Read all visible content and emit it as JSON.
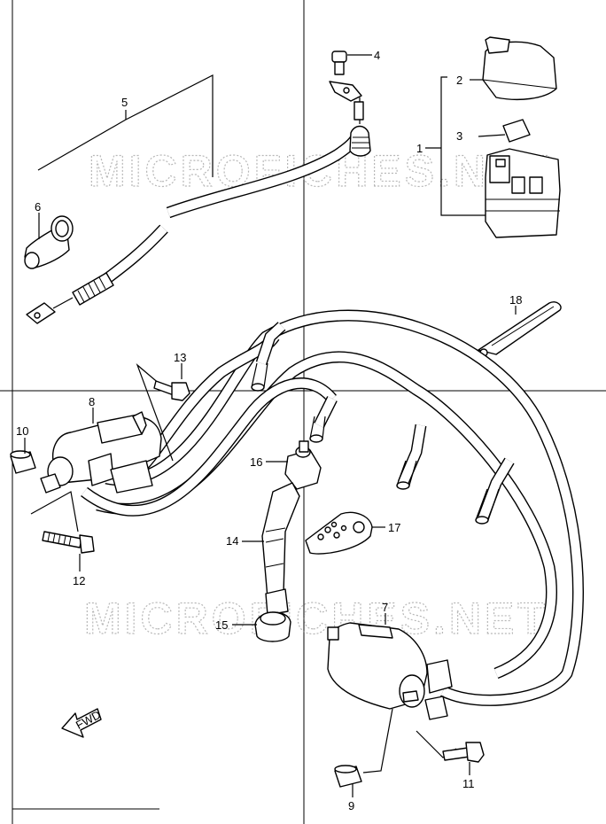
{
  "watermark": "MICROFICHES.NET",
  "fwd_arrow_text": "FWD",
  "callouts": {
    "p1": "1",
    "p2": "2",
    "p3": "3",
    "p4": "4",
    "p5": "5",
    "p6": "6",
    "p7": "7",
    "p8": "8",
    "p9": "9",
    "p10": "10",
    "p11": "11",
    "p12": "12",
    "p13": "13",
    "p14": "14",
    "p15": "15",
    "p16": "16",
    "p17": "17",
    "p18": "18"
  }
}
